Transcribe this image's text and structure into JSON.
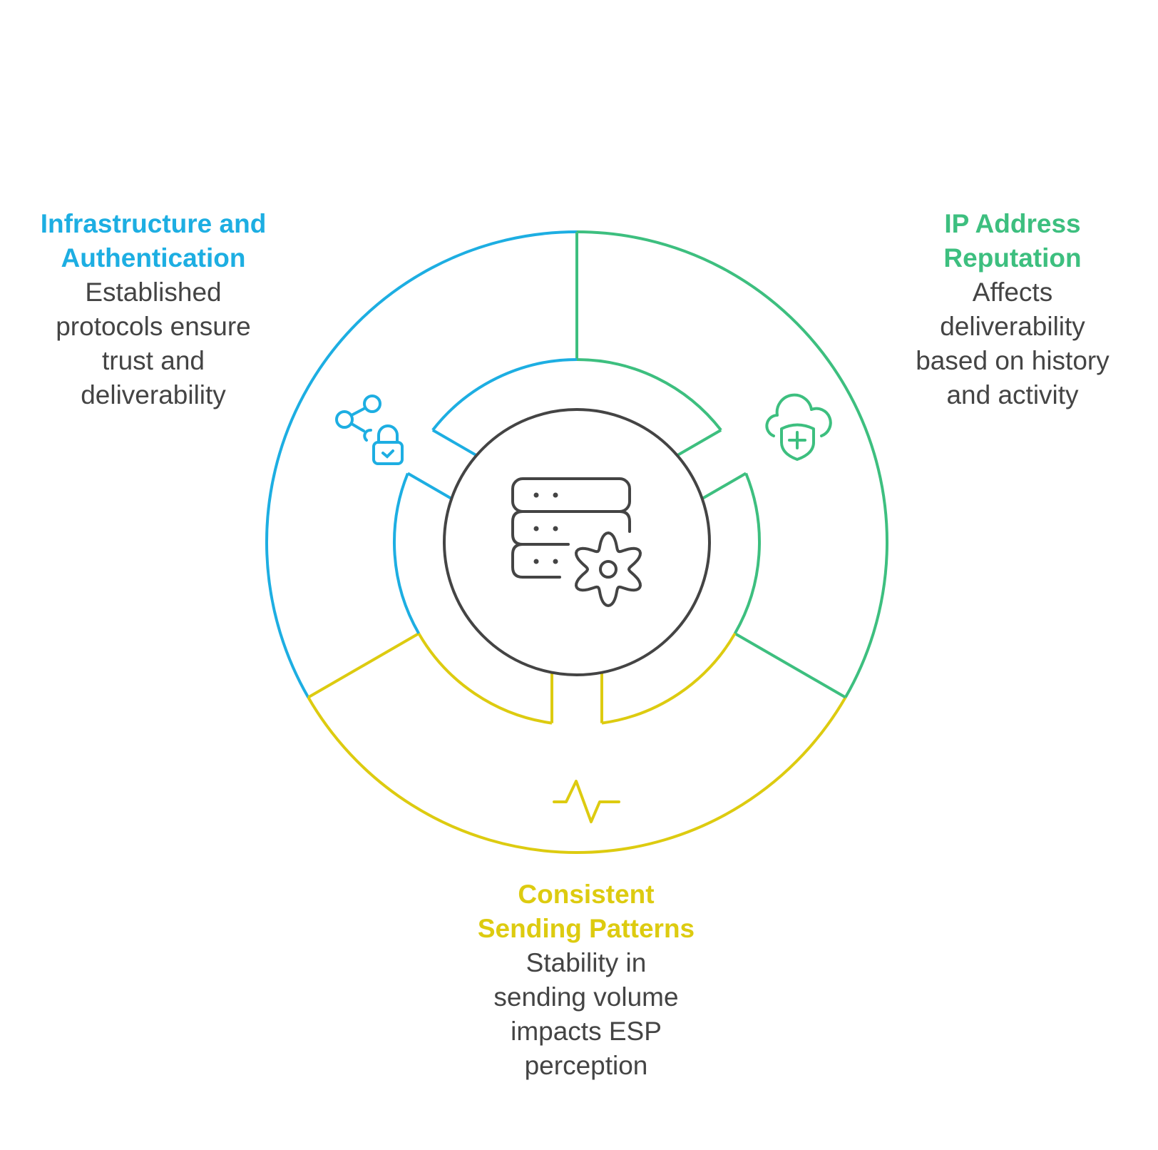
{
  "colors": {
    "blue": "#1DAEE2",
    "green": "#3DBF7F",
    "yellow": "#DDCB10",
    "dark": "#444444"
  },
  "center": {
    "icon": "server-gear-icon"
  },
  "sections": [
    {
      "id": "infrastructure",
      "title_lines": [
        "Infrastructure and",
        "Authentication"
      ],
      "desc_lines": [
        "Established",
        "protocols ensure",
        "trust and",
        "deliverability"
      ],
      "icon": "share-lock-icon"
    },
    {
      "id": "ip-reputation",
      "title_lines": [
        "IP Address",
        "Reputation"
      ],
      "desc_lines": [
        "Affects",
        "deliverability",
        "based on history",
        "and activity"
      ],
      "icon": "cloud-shield-icon"
    },
    {
      "id": "sending-patterns",
      "title_lines": [
        "Consistent",
        "Sending Patterns"
      ],
      "desc_lines": [
        "Stability in",
        "sending volume",
        "impacts ESP",
        "perception"
      ],
      "icon": "pulse-icon"
    }
  ]
}
